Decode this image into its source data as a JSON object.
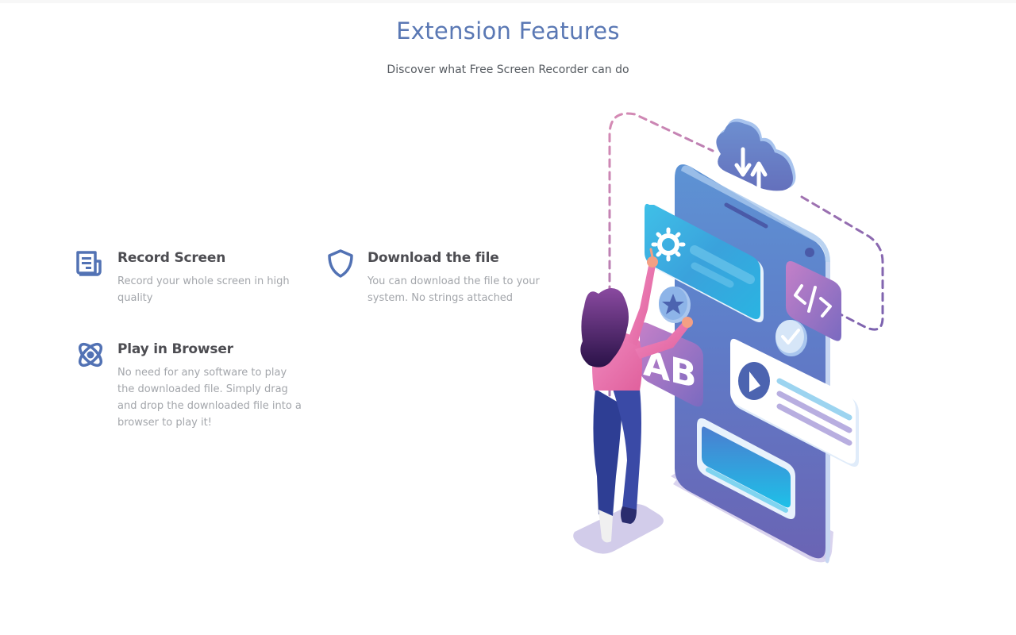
{
  "header": {
    "title": "Extension Features",
    "subtitle": "Discover what Free Screen Recorder can do"
  },
  "features": [
    {
      "icon": "newspaper-icon",
      "title": "Record Screen",
      "description": "Record your whole screen in high quality"
    },
    {
      "icon": "shield-icon",
      "title": "Download the file",
      "description": "You can download the file to your system. No strings attached"
    },
    {
      "icon": "atom-icon",
      "title": "Play in Browser",
      "description": "No need for any software to play the downloaded file. Simply drag and drop the downloaded file into a browser to play it!"
    }
  ],
  "illustration": {
    "description": "Isometric illustration of a woman interacting with a large phone screen showing app cards",
    "card_labels": {
      "ab": "AB",
      "code": "</>"
    }
  },
  "colors": {
    "accent": "#5a78b4",
    "heading": "#4d4d52",
    "body": "#a3a6ab",
    "icon": "#5272b4"
  }
}
